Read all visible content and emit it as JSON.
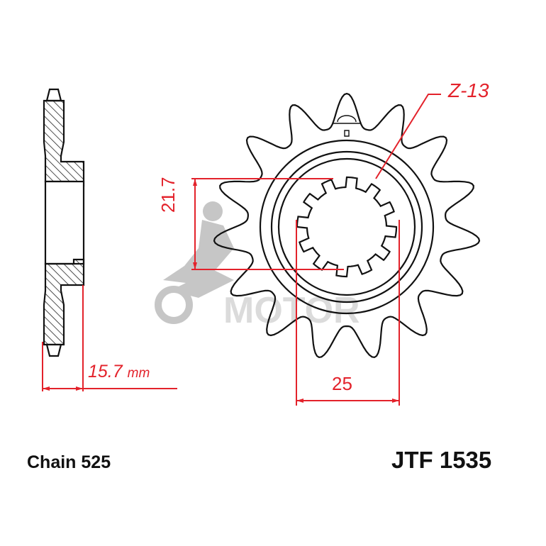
{
  "drawing": {
    "tooth_label": "Z-13",
    "dim_inner_diameter": "21.7",
    "dim_spline_width": "25",
    "dim_thickness_value": "15.7",
    "dim_thickness_unit": "mm",
    "chain_label": "Chain 525",
    "part_number": "JTF 1535"
  },
  "colors": {
    "dimension": "#e3222b",
    "outline": "#111111",
    "watermark": "#b5b5b5"
  }
}
